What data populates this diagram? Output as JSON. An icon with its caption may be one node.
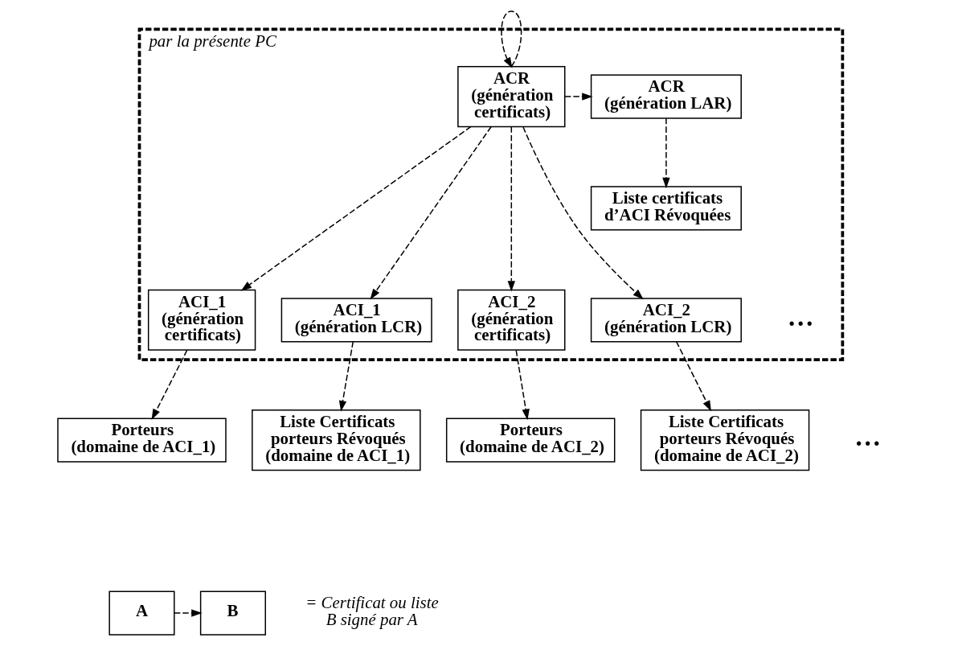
{
  "diagram": {
    "nodes": [
      {
        "text": [
          "par la présente PC"
        ]
      },
      {
        "text": [
          "ACR",
          "(génération certificats)"
        ],
        "in": 0
      },
      {
        "text": [
          "ACR",
          "(génération LAR)"
        ],
        "in": 0
      },
      {
        "text": [
          "Liste certificats d’ACI Révoquées"
        ],
        "in": 0
      },
      {
        "text": [
          "ACI_1",
          "(génération certificats)"
        ],
        "in": 0
      },
      {
        "text": [
          "ACI_1",
          "(génération LCR)"
        ],
        "in": 0
      },
      {
        "text": [
          "ACI_2",
          "(génération certificats)"
        ],
        "in": 0
      },
      {
        "text": [
          "ACI_2",
          "(génération LCR)"
        ],
        "in": 0
      },
      {
        "text": [
          "Porteurs",
          "(domaine de ACI_1)"
        ]
      },
      {
        "text": [
          "Liste Certificats porteurs Révoqués",
          "(domaine de ACI_1)"
        ]
      },
      {
        "text": [
          "Porteurs",
          "(domaine de ACI_2)"
        ]
      },
      {
        "text": [
          "Liste Certificats porteurs Révoqués",
          "(domaine de ACI_2)"
        ]
      },
      {
        "text": [
          "A"
        ]
      },
      {
        "text": [
          "B"
        ]
      }
    ],
    "edges": [
      {
        "from": 1,
        "to": 1,
        "arrow": "to"
      },
      {
        "from": 1,
        "to": 2,
        "arrow": "to"
      },
      {
        "from": 2,
        "to": 3,
        "arrow": "to"
      },
      {
        "from": 1,
        "to": 4,
        "arrow": "to"
      },
      {
        "from": 1,
        "to": 5,
        "arrow": "to"
      },
      {
        "from": 1,
        "to": 6,
        "arrow": "to"
      },
      {
        "from": 1,
        "to": 7,
        "arrow": "to"
      },
      {
        "from": 4,
        "to": 8,
        "arrow": "to"
      },
      {
        "from": 5,
        "to": 9,
        "arrow": "to"
      },
      {
        "from": 6,
        "to": 10,
        "arrow": "to"
      },
      {
        "from": 7,
        "to": 11,
        "arrow": "to"
      },
      {
        "from": 12,
        "to": 13,
        "arrow": "to"
      }
    ],
    "labels": [
      "…",
      "…",
      "= Certificat ou liste B signé par A"
    ]
  }
}
